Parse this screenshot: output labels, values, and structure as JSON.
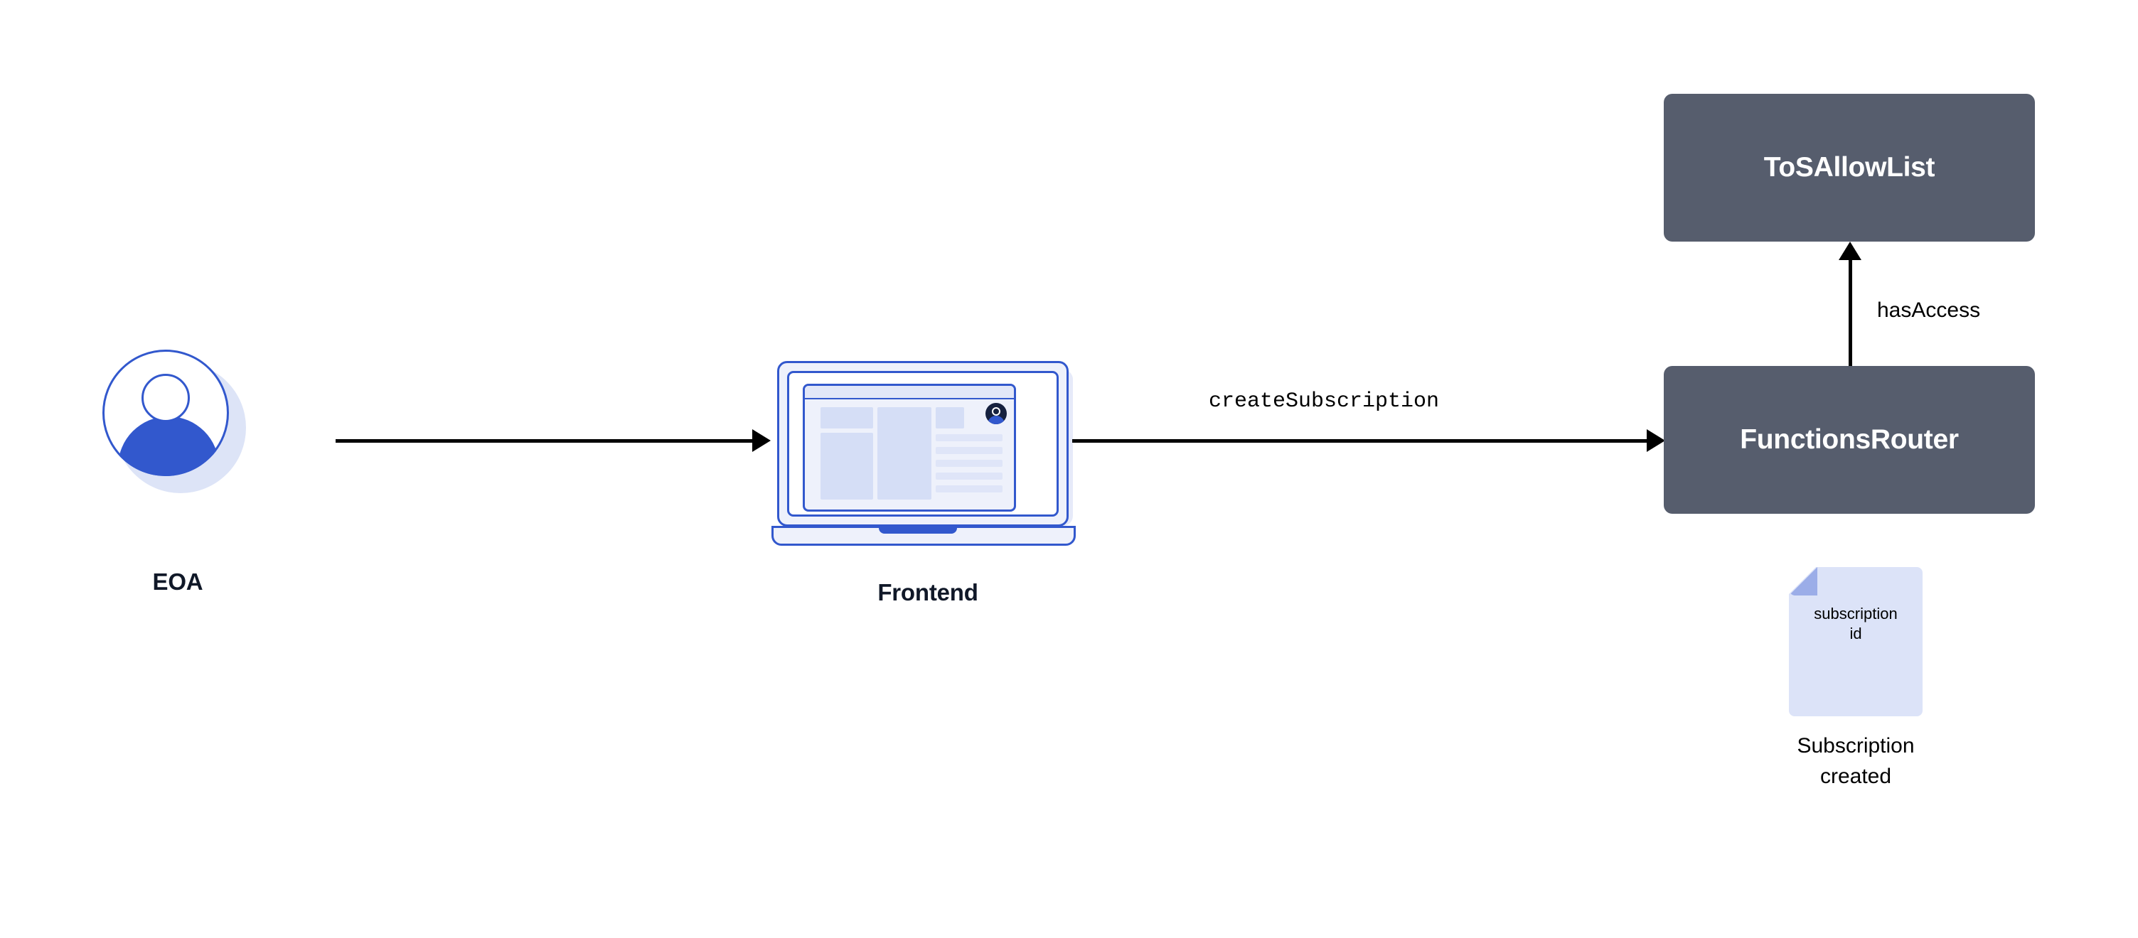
{
  "diagram": {
    "title": "Chainlink Functions subscription creation flow",
    "background_color": "#ffffff",
    "colors": {
      "box_fill": "#565d6d",
      "box_text": "#ffffff",
      "accent_blue": "#3258cd",
      "light_blue": "#dce3f8",
      "fold_blue": "#9bade8",
      "arrow": "#000000",
      "label_dark": "#101828"
    }
  },
  "nodes": {
    "eoa": {
      "label": "EOA",
      "icon": "user-avatar-icon"
    },
    "frontend": {
      "label": "Frontend",
      "icon": "laptop-icon"
    },
    "tos_allow_list": {
      "label": "ToSAllowList"
    },
    "functions_router": {
      "label": "FunctionsRouter"
    },
    "subscription_document": {
      "icon": "document-icon",
      "body_text_line1": "subscription",
      "body_text_line2": "id",
      "caption_line1": "Subscription",
      "caption_line2": "created"
    }
  },
  "edges": [
    {
      "id": "eoa-to-frontend",
      "from": "eoa",
      "to": "frontend",
      "label": "",
      "direction": "right"
    },
    {
      "id": "frontend-to-router",
      "from": "frontend",
      "to": "functions_router",
      "label": "createSubscription",
      "direction": "right",
      "label_font": "mono"
    },
    {
      "id": "router-to-tos",
      "from": "functions_router",
      "to": "tos_allow_list",
      "label": "hasAccess",
      "direction": "up",
      "label_font": "sans"
    }
  ]
}
